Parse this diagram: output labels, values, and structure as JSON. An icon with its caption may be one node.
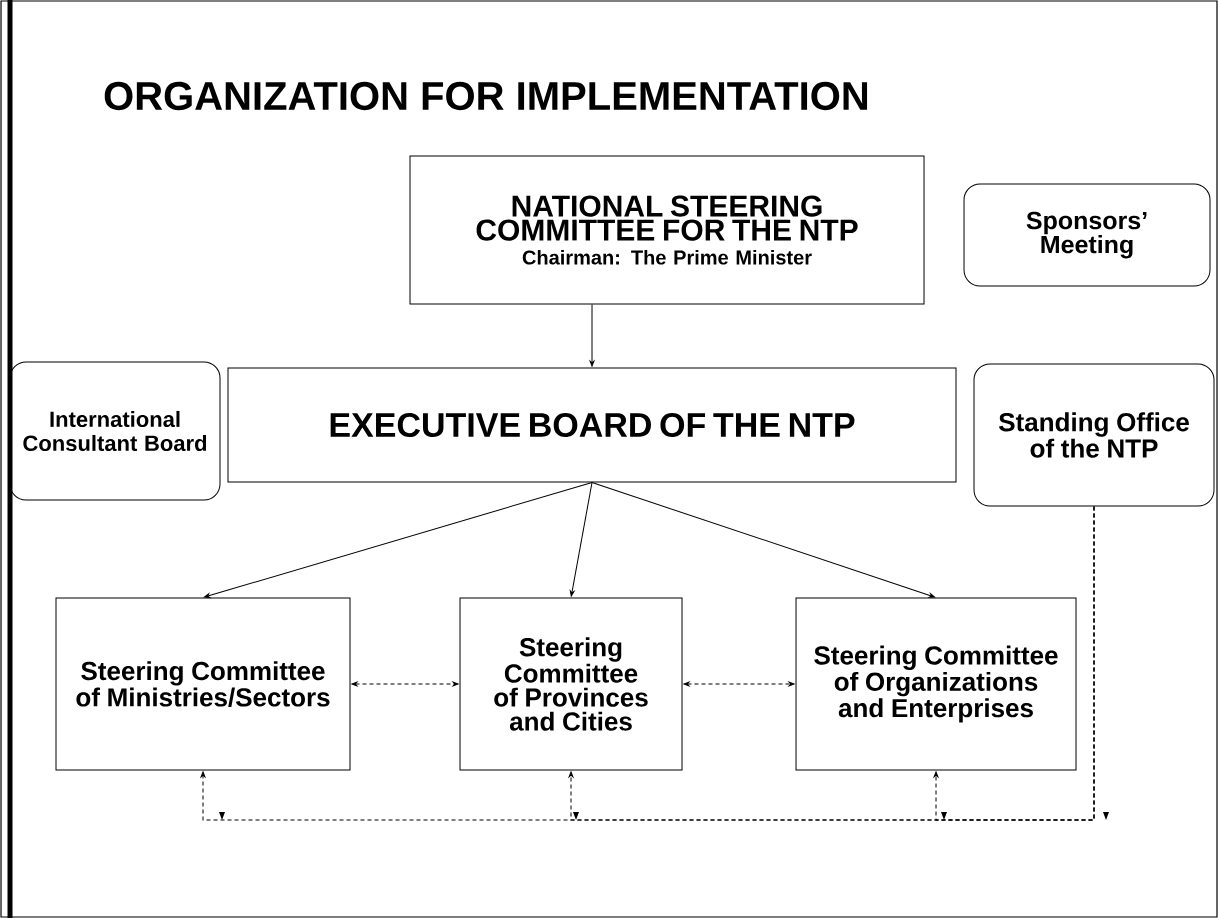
{
  "diagram": {
    "title": "ORGANIZATION FOR IMPLEMENTATION",
    "nodes": [
      {
        "text": [
          "NATIONAL STEERING COMMITTEE FOR THE NTP",
          "Chairman: The Prime Minister"
        ]
      },
      {
        "text": [
          "Sponsors’ Meeting"
        ]
      },
      {
        "text": [
          "International Consultant Board"
        ]
      },
      {
        "text": [
          "EXECUTIVE BOARD OF THE NTP"
        ]
      },
      {
        "text": [
          "Standing Office of the NTP"
        ]
      },
      {
        "text": [
          "Steering Committee of Ministries/Sectors"
        ]
      },
      {
        "text": [
          "Steering Committee of Provinces and Cities"
        ]
      },
      {
        "text": [
          "Steering Committee of Organizations and Enterprises"
        ]
      }
    ],
    "edges": [
      {
        "from": 0,
        "to": 3,
        "arrow": "to"
      },
      {
        "from": 3,
        "to": 5,
        "arrow": "to"
      },
      {
        "from": 3,
        "to": 6,
        "arrow": "to"
      },
      {
        "from": 3,
        "to": 7,
        "arrow": "to"
      },
      {
        "from": 5,
        "to": 6,
        "arrow": "both",
        "style": "dashed"
      },
      {
        "from": 6,
        "to": 7,
        "arrow": "both",
        "style": "dashed"
      },
      {
        "from": 4,
        "to": 5,
        "arrow": "to",
        "style": "dashed"
      },
      {
        "from": 4,
        "to": 6,
        "arrow": "to",
        "style": "dashed"
      },
      {
        "from": 4,
        "to": 7,
        "arrow": "to",
        "style": "dashed"
      }
    ]
  }
}
